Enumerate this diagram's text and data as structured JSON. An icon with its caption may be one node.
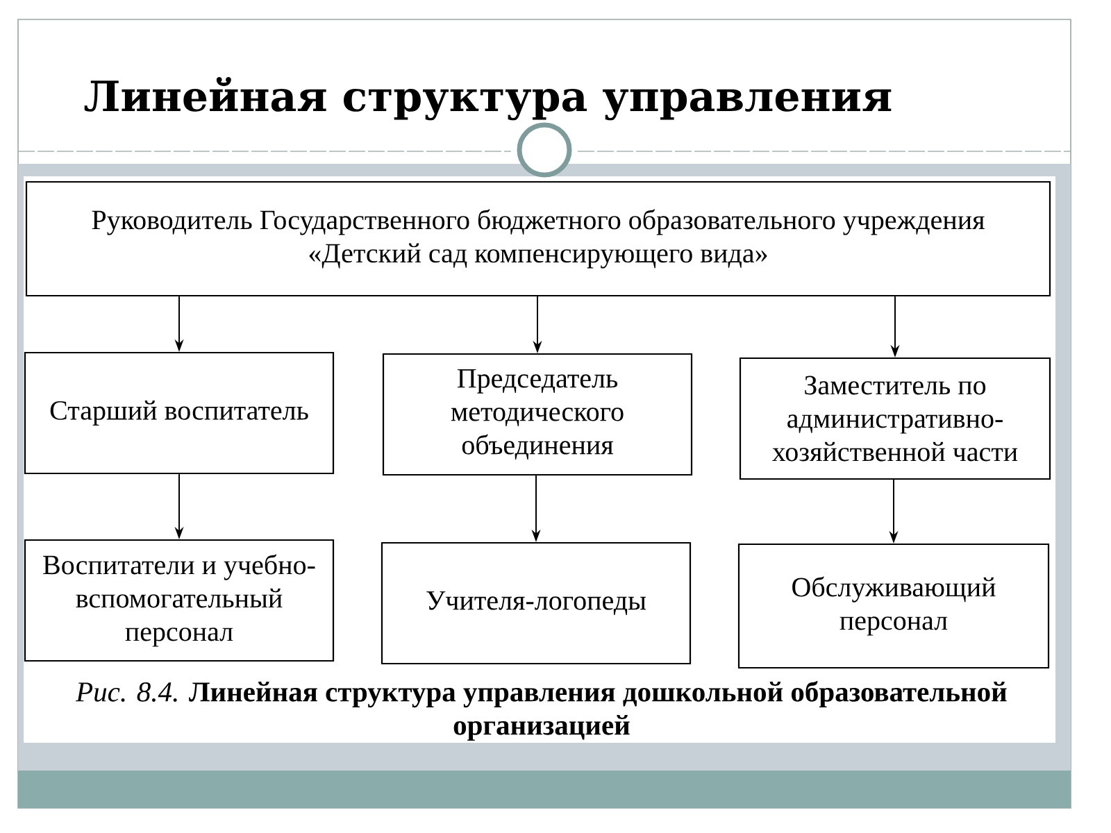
{
  "diagram": {
    "title": "Линейная структура управления",
    "caption": "*Рис. 8.4.* **Линейная структура управления дошкольной образовательной организацией**",
    "nodes": [
      {
        "text": [
          "Руководитель Государственного бюджетного образовательного учреждения «Детский сад компенсирующего вида»"
        ]
      },
      {
        "text": [
          "Старший воспитатель"
        ]
      },
      {
        "text": [
          "Председатель методического объединения"
        ]
      },
      {
        "text": [
          "Заместитель по административно-хозяйственной части"
        ]
      },
      {
        "text": [
          "Воспитатели и учебно-вспомогательный персонал"
        ]
      },
      {
        "text": [
          "Учителя-логопеды"
        ]
      },
      {
        "text": [
          "Обслуживающий персонал"
        ]
      }
    ],
    "edges": [
      {
        "from": 0,
        "to": 1,
        "arrow": "to"
      },
      {
        "from": 0,
        "to": 2,
        "arrow": "to"
      },
      {
        "from": 0,
        "to": 3,
        "arrow": "to"
      },
      {
        "from": 1,
        "to": 4,
        "arrow": "to"
      },
      {
        "from": 2,
        "to": 5,
        "arrow": "to"
      },
      {
        "from": 3,
        "to": 6,
        "arrow": "to"
      }
    ]
  }
}
